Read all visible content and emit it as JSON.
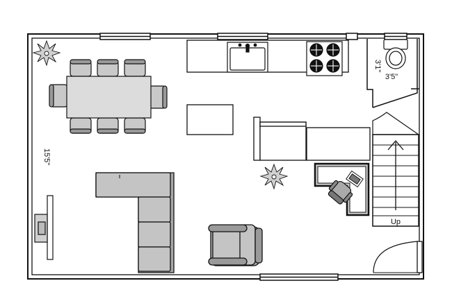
{
  "floor_plan": {
    "labels": {
      "left_wall_dimension": "15'5\"",
      "bath_width": "3'5\"",
      "bath_depth": "3'1\"",
      "stairs": "Up"
    },
    "colors": {
      "wall": "#111111",
      "furniture_fill": "#c9c9c9",
      "furniture_fill_dark": "#9a9a9a",
      "table_fill": "#dcdcdc",
      "background": "#ffffff"
    },
    "icons": [
      "plant-icon",
      "toilet-icon",
      "stove-icon",
      "sink-icon",
      "tv-icon",
      "armchair-icon",
      "office-chair-icon",
      "laptop-icon",
      "stairs-arrow-icon"
    ]
  }
}
